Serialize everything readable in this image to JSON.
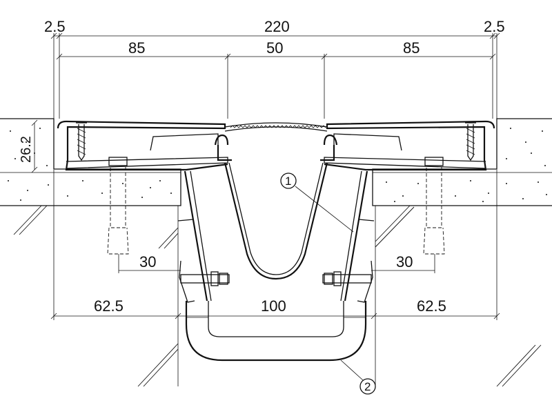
{
  "dimensions": {
    "edge_left": "2.5",
    "total_width": "220",
    "edge_right": "2.5",
    "flange_left": "85",
    "gap_center": "50",
    "flange_right": "85",
    "height": "26.2",
    "anchor_left": "30",
    "anchor_right": "30",
    "bottom_left": "62.5",
    "bottom_center": "100",
    "bottom_right": "62.5"
  },
  "callouts": {
    "item_1": "1",
    "item_2": "2"
  },
  "colors": {
    "line": "#111111",
    "background": "#ffffff"
  }
}
